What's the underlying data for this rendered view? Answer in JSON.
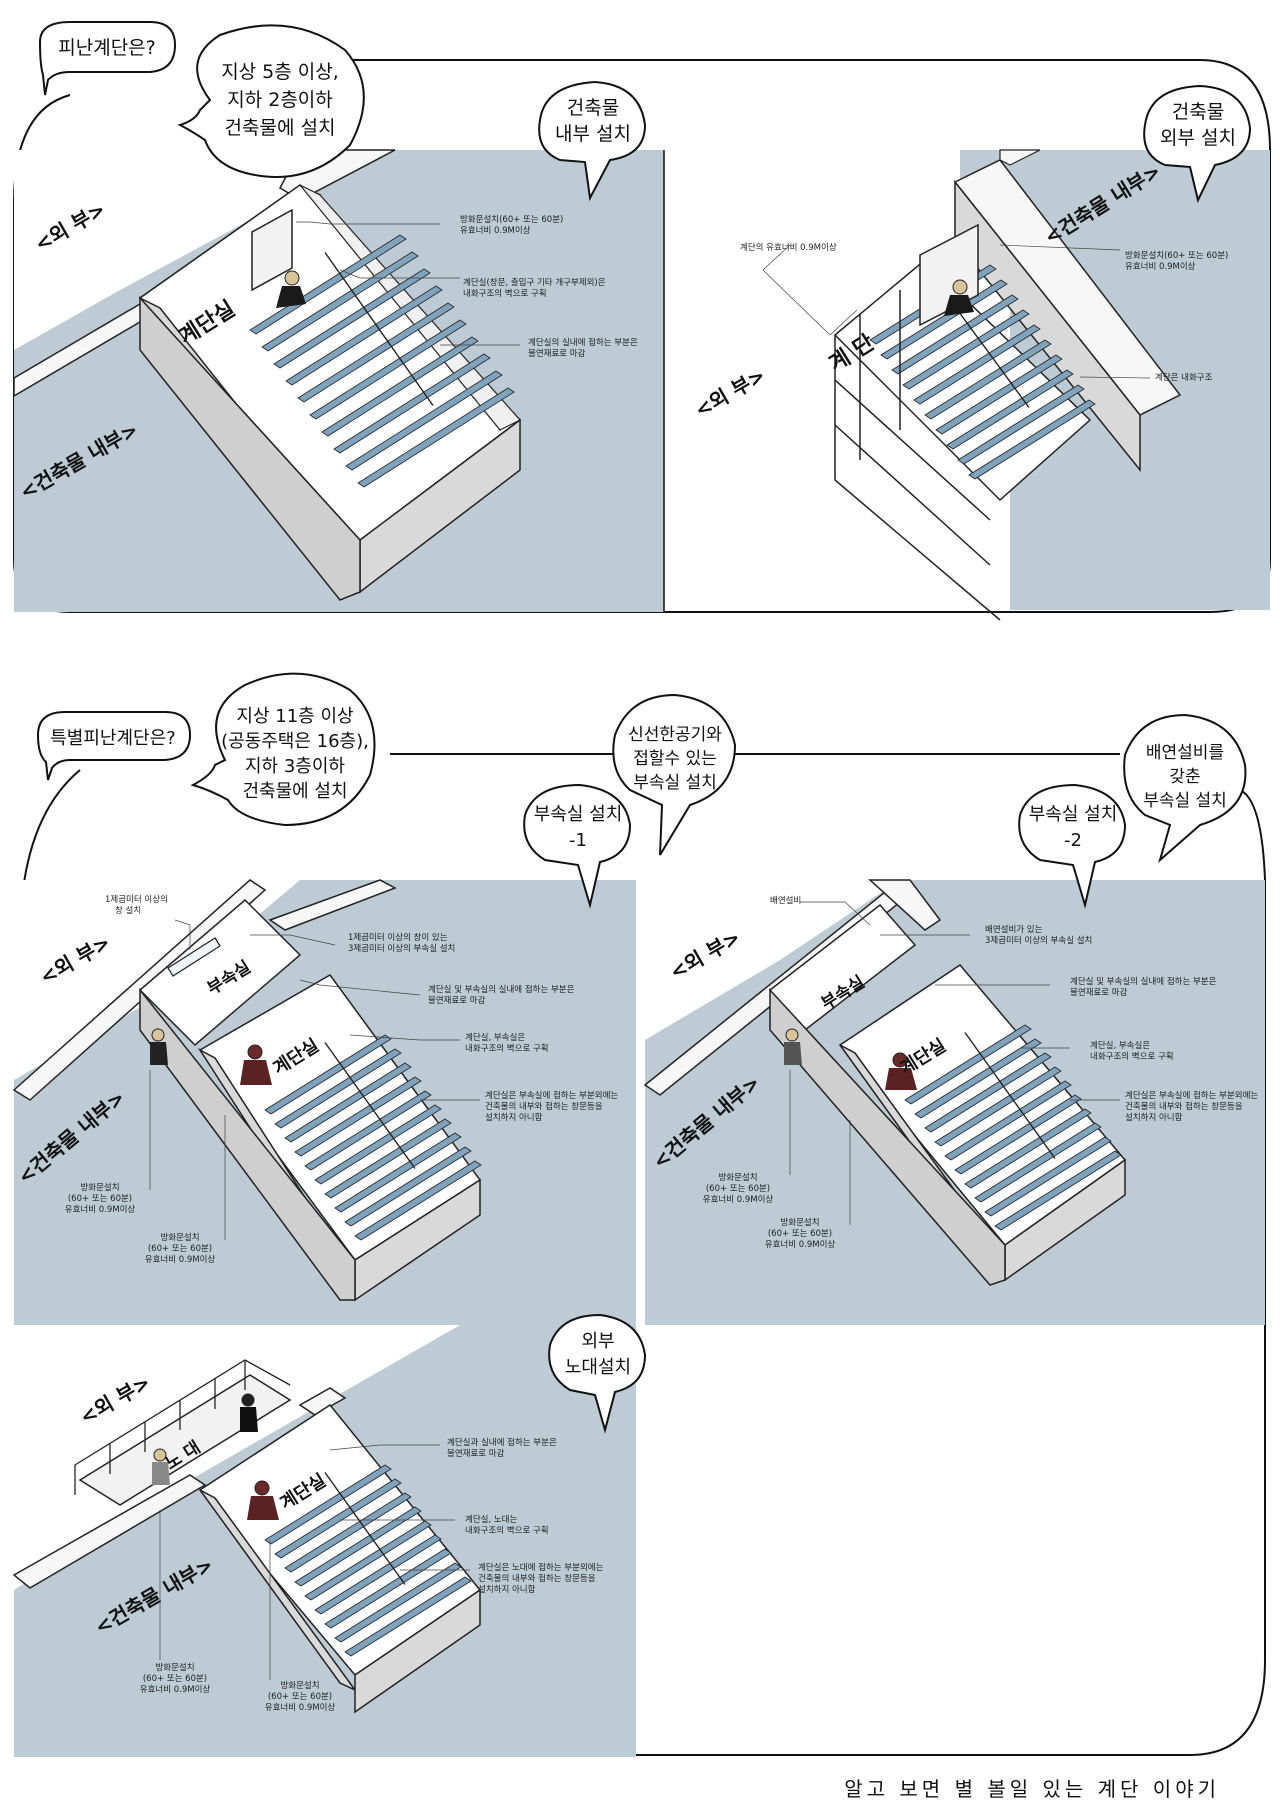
{
  "colors": {
    "ground": "#bccbd4",
    "wall_top": "#f7f7f7",
    "wall_side": "#d9d9d9",
    "step": "#7fa3bd",
    "line": "#222222"
  },
  "section1": {
    "question": "피난계단은?",
    "answer": [
      "지상 5층 이상,",
      "지하 2층이하",
      "건축물에 설치"
    ],
    "panelA": {
      "caption": [
        "건축물",
        "내부 설치"
      ],
      "zone_outside": "<외 부>",
      "zone_inside": "<건축물 내부>",
      "room": "계단실",
      "notes": [
        [
          "방화문설치(60+ 또는 60분)",
          "유효너비 0.9M이상"
        ],
        [
          "계단실(창문, 출입구 기타 개구부제외)은",
          "내화구조의 벽으로 구획"
        ],
        [
          "계단실의 실내에 접하는 부분은",
          "불연재료로 마감"
        ]
      ]
    },
    "panelB": {
      "caption": [
        "건축물",
        "외부 설치"
      ],
      "zone_outside": "<외 부>",
      "zone_inside": "<건축물 내부>",
      "room": "계 단",
      "notes": [
        [
          "계단의 유효너비 0.9M이상"
        ],
        [
          "방화문설치(60+ 또는 60분)",
          "유효너비 0.9M이상"
        ],
        [
          "계단은 내화구조"
        ]
      ]
    }
  },
  "section2": {
    "question": "특별피난계단은?",
    "answer": [
      "지상 11층 이상",
      "(공동주택은 16층),",
      "지하 3층이하",
      "건축물에 설치"
    ],
    "air_bubble": [
      "신선한공기와",
      "접할수 있는",
      "부속실 설치"
    ],
    "smoke_bubble": [
      "배연설비를",
      "갖춘",
      "부속실 설치"
    ],
    "panelC": {
      "caption": [
        "부속실 설치",
        "-1"
      ],
      "zone_outside": "<외 부>",
      "zone_inside": "<건축물 내부>",
      "room_vest": "부속실",
      "room_stair": "계단실",
      "notes": [
        [
          "1제곱미터 이상의",
          "창 설치"
        ],
        [
          "1제곱미터 이상의 창이 있는",
          "3제곱미터 이상의 부속실 설치"
        ],
        [
          "계단실 및 부속실의 실내에 접하는 부분은",
          "불연재료로 마감"
        ],
        [
          "계단실, 부속실은",
          "내화구조의 벽으로 구획"
        ],
        [
          "계단실은 부속실에 접하는 부분외에는",
          "건축물의 내부와 접하는 창문등을",
          "설치하지 아니함"
        ],
        [
          "방화문설치",
          "(60+ 또는 60분)",
          "유효너비 0.9M이상"
        ],
        [
          "방화문설치",
          "(60+ 또는 60분)",
          "유효너비 0.9M이상"
        ]
      ]
    },
    "panelD": {
      "caption": [
        "부속실 설치",
        "-2"
      ],
      "zone_outside": "<외 부>",
      "zone_inside": "<건축물 내부>",
      "room_vest": "부속실",
      "room_stair": "계단실",
      "notes": [
        [
          "배연설비"
        ],
        [
          "배연설비가 있는",
          "3제곱미터 이상의 부속실 설치"
        ],
        [
          "계단실 및 부속실의 실내에 접하는 부분은",
          "불연재료로 마감"
        ],
        [
          "계단실, 부속실은",
          "내화구조의 벽으로 구획"
        ],
        [
          "계단실은 부속실에 접하는 부분외에는",
          "건축물의 내부와 접하는 창문등을",
          "설치하지 아니함"
        ],
        [
          "방화문설치",
          "(60+ 또는 60분)",
          "유효너비 0.9M이상"
        ],
        [
          "방화문설치",
          "(60+ 또는 60분)",
          "유효너비 0.9M이상"
        ]
      ]
    },
    "panelE": {
      "caption": [
        "외부",
        "노대설치"
      ],
      "zone_outside": "<외 부>",
      "zone_inside": "<건축물 내부>",
      "room_balcony": "노 대",
      "room_stair": "계단실",
      "notes": [
        [
          "계단실과 실내에 접하는 부분은",
          "불연재료로 마감"
        ],
        [
          "계단실, 노대는",
          "내화구조의 벽으로 구획"
        ],
        [
          "계단실은 노대에 접하는 부분외에는",
          "건축물의 내부와 접하는 창문등을",
          "설치하지 아니함"
        ],
        [
          "방화문설치",
          "(60+ 또는 60분)",
          "유효너비 0.9M이상"
        ],
        [
          "방화문설치",
          "(60+ 또는 60분)",
          "유효너비 0.9M이상"
        ]
      ]
    }
  },
  "footer": "알고 보면 별 볼일 있는 계단 이야기"
}
